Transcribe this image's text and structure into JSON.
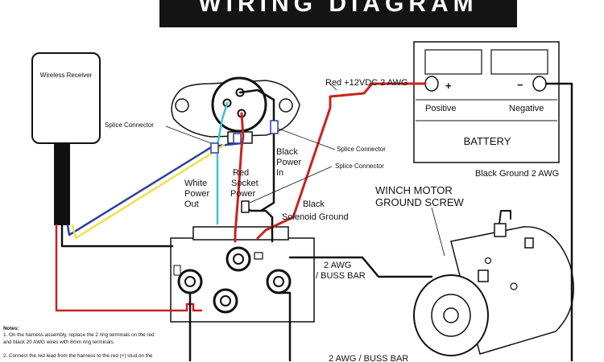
{
  "title": "WIRING DIAGRAM",
  "components": {
    "wireless_receiver": "Wireless Receiver",
    "battery": "BATTERY",
    "battery_positive": "Positive",
    "battery_negative": "Negative",
    "plus_sign": "+",
    "minus_sign": "−",
    "winch_motor_line1": "WINCH MOTOR",
    "winch_motor_line2": "GROUND SCREW"
  },
  "labels": {
    "splice_connector": "Splice Connector",
    "splice_connector_right_1": "Splice Connector",
    "splice_connector_right_2": "Splice Connector",
    "red_12vdc": "Red +12VDC 2 AWG",
    "black_power_in": [
      "Black",
      "Power",
      "In"
    ],
    "white_power_out": [
      "White",
      "Power",
      "Out"
    ],
    "red_socket_power": [
      "Red",
      "Socket",
      "Power"
    ],
    "black_solenoid_ground": [
      "Black",
      "Solenoid Ground"
    ],
    "black_ground_2awg": "Black Ground 2 AWG",
    "awg_buss_bar_left": [
      "2 AWG",
      "/ BUSS BAR"
    ],
    "awg_buss_bar_bottom": "2 AWG  / BUSS BAR"
  },
  "notes": {
    "heading": "Notes:",
    "lines": [
      "1. On the harness assembly, replace the 2 ring terminals on the red",
      "and black 20 AWG wires with 8mm ring terminals.",
      "",
      "2. Connect the red lead from the harness to the red (+) stud on the"
    ]
  },
  "colors": {
    "red_wire": "#c8231f",
    "black_wire": "#111111",
    "blue_wire": "#2b3fa0",
    "yellow_wire": "#f2e14a",
    "cyan_wire": "#38c6d9",
    "title_bar": "#141414"
  }
}
